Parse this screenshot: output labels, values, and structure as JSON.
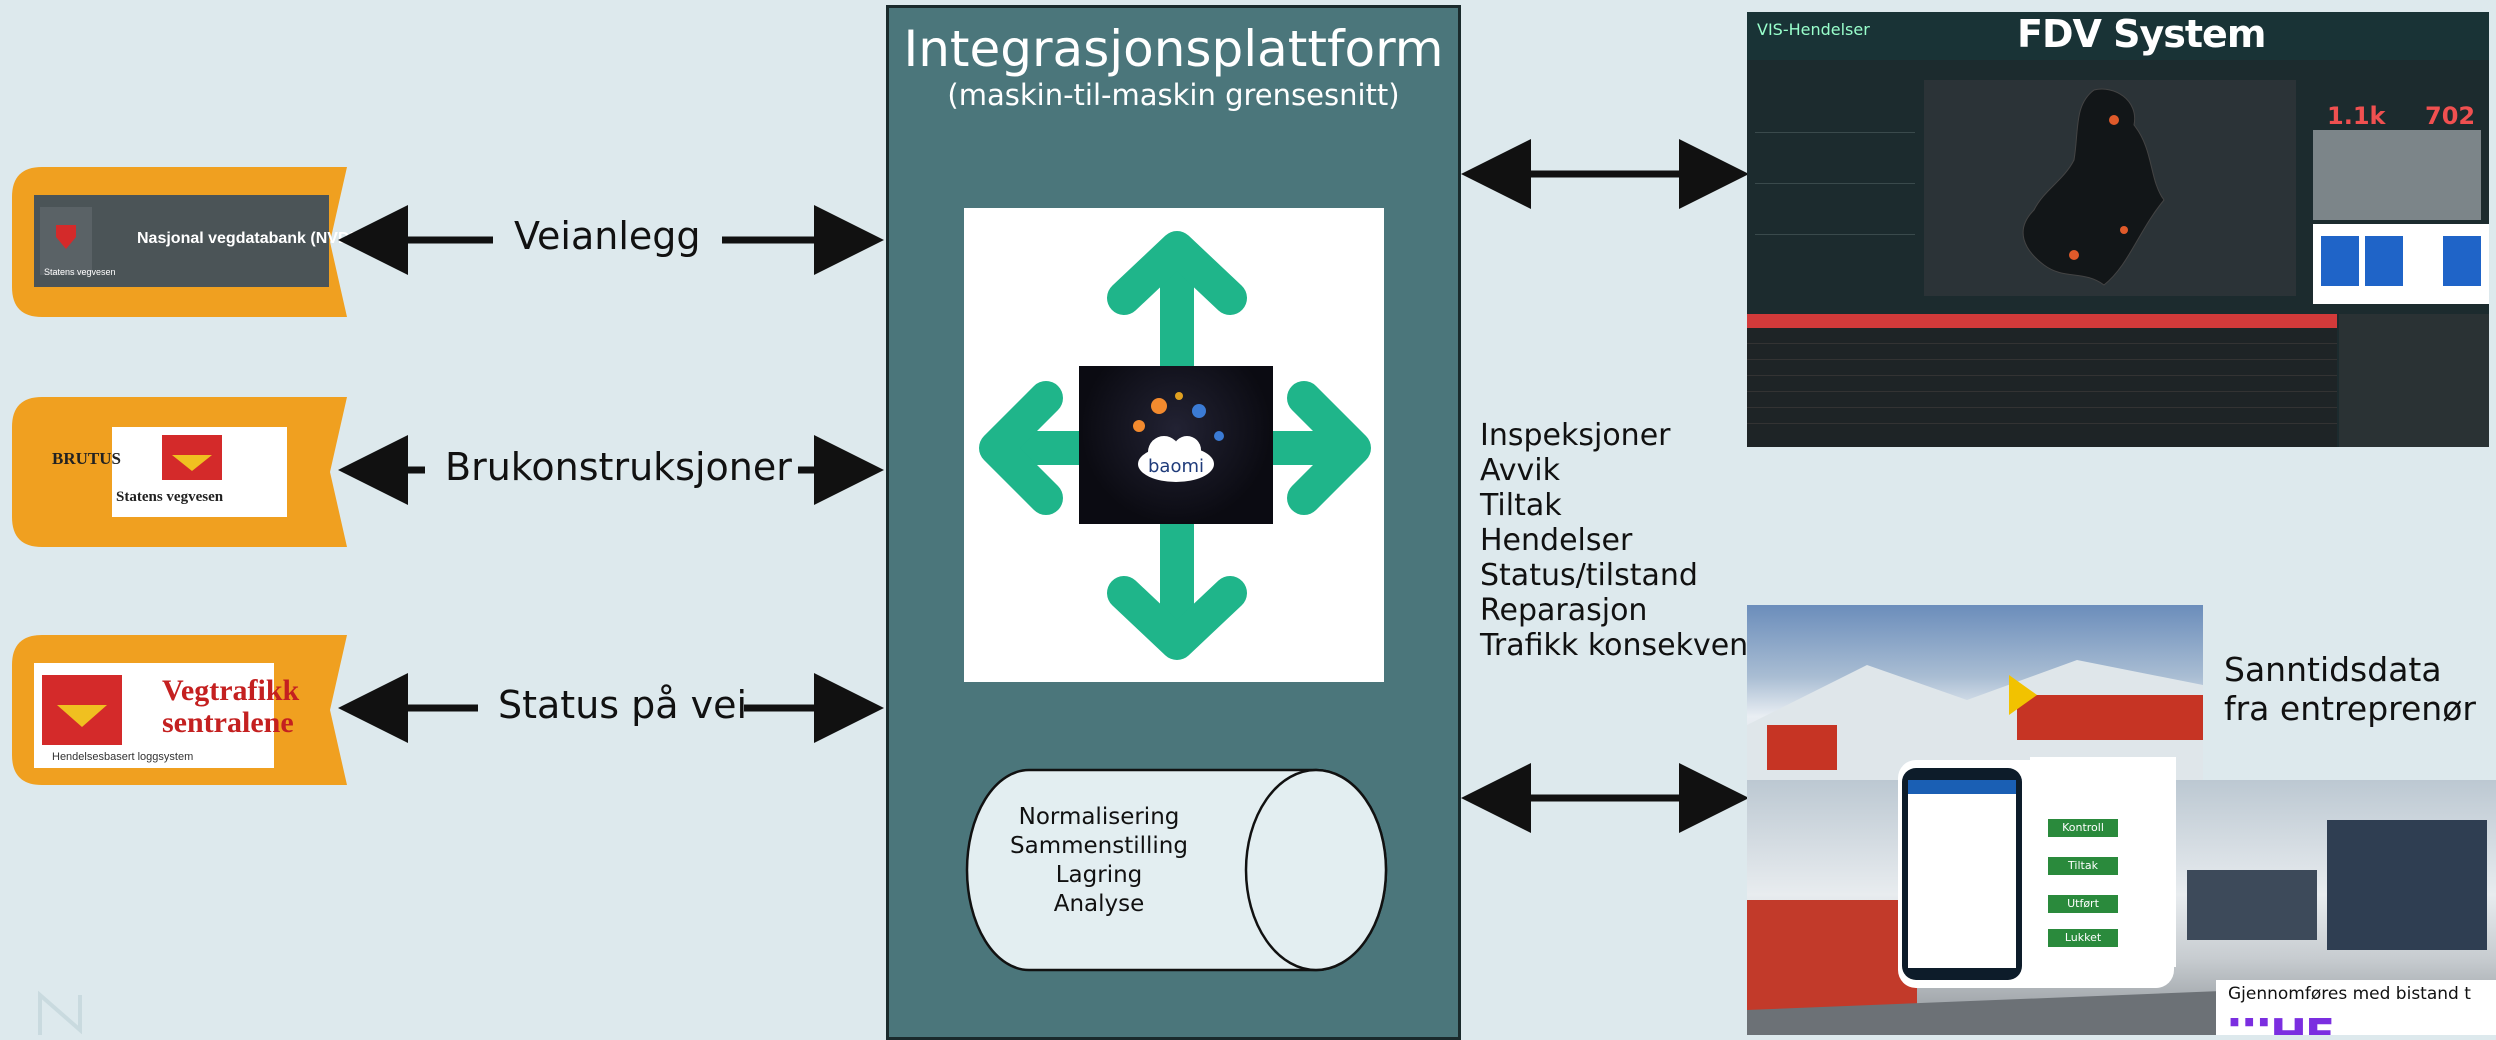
{
  "sources": [
    {
      "id": "nvdb",
      "logo_text": "Nasjonal vegdatabank (NVDB)",
      "logo_sub": "Statens vegvesen",
      "connector_label": "Veianlegg"
    },
    {
      "id": "brutus",
      "logo_text": "BRUTUS",
      "logo_sub": "Statens vegvesen",
      "connector_label": "Brukonstruksjoner"
    },
    {
      "id": "vts",
      "logo_text": "Vegtrafikk sentralene",
      "logo_sub": "Hendelsesbasert loggsystem",
      "connector_label": "Status på vei"
    }
  ],
  "platform": {
    "title": "Integrasjonsplattform",
    "subtitle": "(maskin-til-maskin grensesnitt)",
    "hub_brand": "baomi",
    "storage_items": [
      "Normalisering",
      "Sammenstilling",
      "Lagring",
      "Analyse"
    ]
  },
  "info_items": [
    "Inspeksjoner",
    "Avvik",
    "Tiltak",
    "Hendelser",
    "Status/tilstand",
    "Reparasjon",
    "Trafikk konsekvens"
  ],
  "fdv": {
    "title": "FDV System",
    "app_name": "VIS-Hendelser",
    "kpi_1": "1.1k",
    "kpi_2": "702"
  },
  "contractor": {
    "label": "Sanntidsdata fra entreprenør",
    "app_buttons": [
      "Kontroll",
      "Tiltak",
      "Utført",
      "Lukket"
    ]
  },
  "footer": {
    "note": "Gjennomføres med bistand t",
    "logo": "HF"
  },
  "colors": {
    "platform": "#4b767b",
    "tag": "#f0a020",
    "arrow": "#111111",
    "hub_arrow": "#1fb58a",
    "background": "#dde9ed"
  }
}
